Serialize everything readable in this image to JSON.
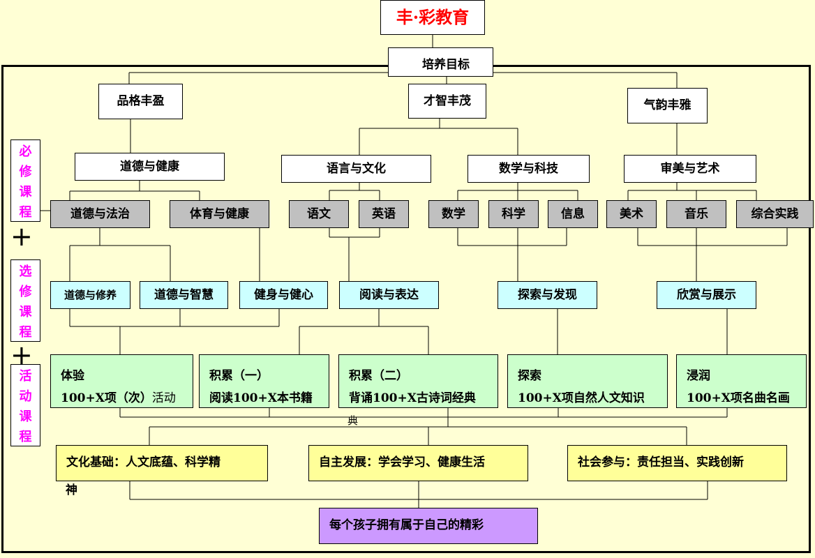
{
  "title": "丰·彩教育",
  "goal": "培养目标",
  "qualities": [
    "品格丰盈",
    "才智丰茂",
    "气韵丰雅"
  ],
  "domains": [
    "道德与健康",
    "语言与文化",
    "数学与科技",
    "审美与艺术"
  ],
  "side_labels": {
    "required": "必修课程",
    "elective": "选修课程",
    "activity": "活动课程",
    "plus": "+"
  },
  "subjects": [
    "道德与法治",
    "体育与健康",
    "语文",
    "英语",
    "数学",
    "科学",
    "信息",
    "美术",
    "音乐",
    "综合实践"
  ],
  "electives": [
    "道德与修养",
    "道德与智慧",
    "健身与健心",
    "阅读与表达",
    "探索与发现",
    "欣赏与展示"
  ],
  "activities": [
    {
      "title": "体验",
      "detail_a": "100+X项（次）",
      "detail_b": "活动"
    },
    {
      "title": "积累（一）",
      "detail": "阅读100+X本书籍"
    },
    {
      "title": "积累（二）",
      "detail": "背诵100+X古诗词经典"
    },
    {
      "title": "探索",
      "detail": "100+X项自然人文知识"
    },
    {
      "title": "浸润",
      "detail": "100+X项名曲名画"
    }
  ],
  "stray_char": "典",
  "outcomes": [
    {
      "line1": "文化基础：人文底蕴、科学精",
      "line2": "神"
    },
    {
      "line1": "自主发展：学会学习、健康生活"
    },
    {
      "line1": "社会参与：责任担当、实践创新"
    }
  ],
  "final": "每个孩子拥有属于自己的精彩",
  "colors": {
    "title": "#ff0000",
    "side_label": "#ff00ff",
    "background": "#ffffd5",
    "gray": "#c0c0c0",
    "cyan": "#ccffff",
    "green": "#ccffcc",
    "yellow": "#ffff99",
    "purple": "#cc99ff"
  }
}
